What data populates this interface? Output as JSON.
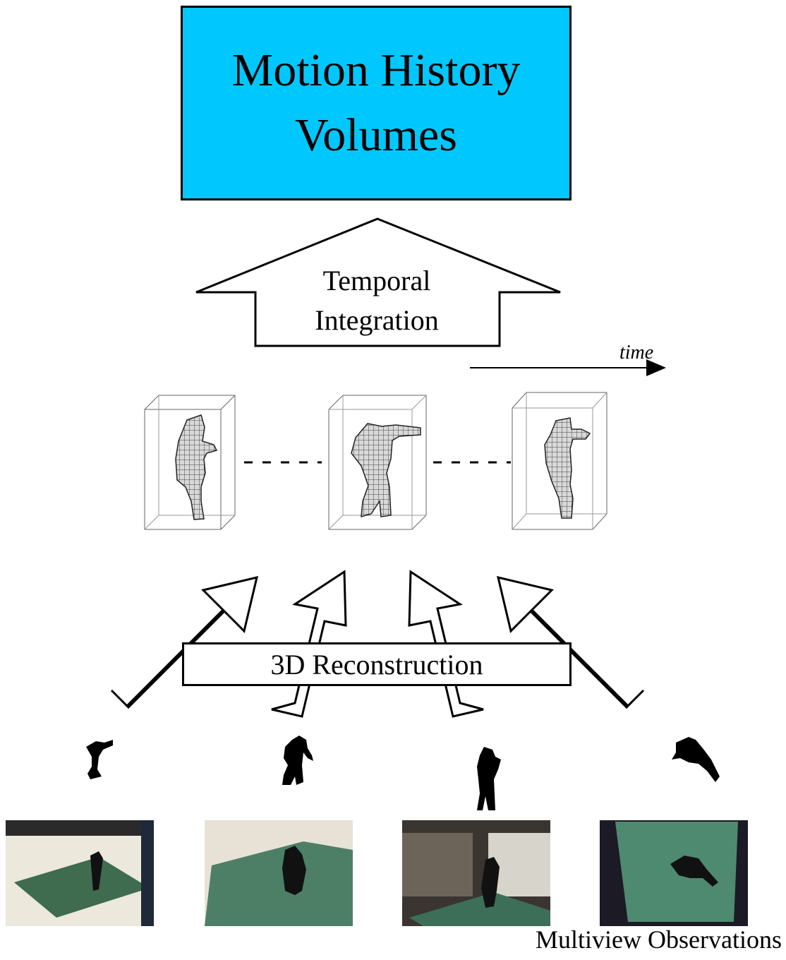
{
  "title_box": {
    "line1": "Motion History",
    "line2": "Volumes",
    "color": "#00c8ff"
  },
  "integration_arrow": {
    "line1": "Temporal",
    "line2": "Integration"
  },
  "time_axis": {
    "label": "time"
  },
  "voxel_frames": [
    {
      "name": "frame-1",
      "pose": "standing-arm-forward"
    },
    {
      "name": "frame-2",
      "pose": "punch-arm-extended"
    },
    {
      "name": "frame-3",
      "pose": "standing-arm-forward"
    }
  ],
  "reconstruction": {
    "label": "3D Reconstruction"
  },
  "silhouettes": [
    {
      "name": "silhouette-1",
      "icon": "person-silhouette-icon"
    },
    {
      "name": "silhouette-2",
      "icon": "person-silhouette-icon"
    },
    {
      "name": "silhouette-3",
      "icon": "person-silhouette-icon"
    },
    {
      "name": "silhouette-4",
      "icon": "person-silhouette-top-icon"
    }
  ],
  "camera_views": [
    {
      "name": "camera-view-1"
    },
    {
      "name": "camera-view-2"
    },
    {
      "name": "camera-view-3"
    },
    {
      "name": "camera-view-4"
    }
  ],
  "footer": {
    "label": "Multiview Observations"
  }
}
